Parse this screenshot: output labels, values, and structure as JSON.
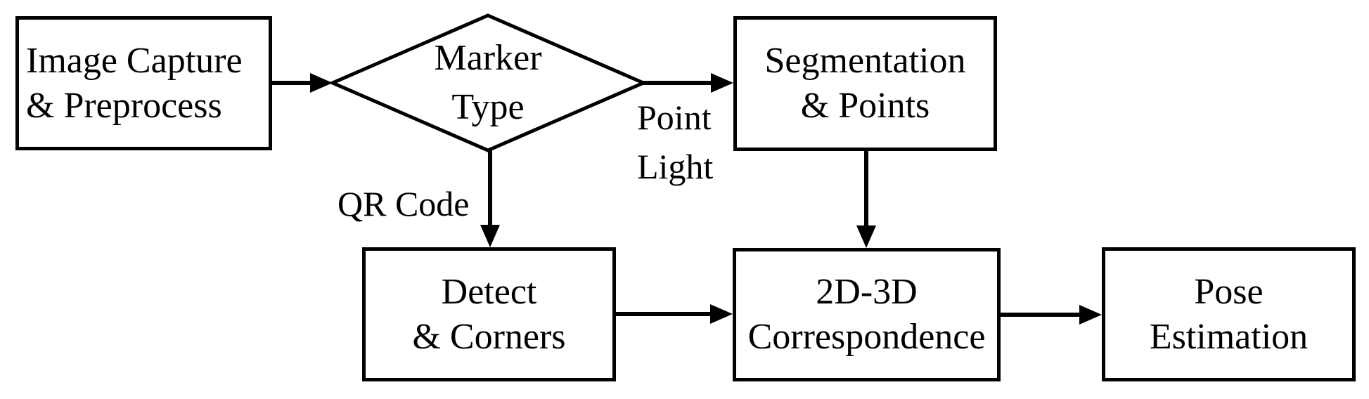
{
  "diagram": {
    "colors": {
      "line": "#000000",
      "text": "#000000",
      "background": "#ffffff",
      "node_fill": "#ffffff"
    },
    "nodes": [
      {
        "id": "image-capture",
        "shape": "rect",
        "line1": "Image Capture",
        "line2": "& Preprocess"
      },
      {
        "id": "marker-type",
        "shape": "diamond",
        "line1": "Marker",
        "line2": "Type"
      },
      {
        "id": "segmentation",
        "shape": "rect",
        "line1": "Segmentation",
        "line2": "& Points"
      },
      {
        "id": "detect-corners",
        "shape": "rect",
        "line1": "Detect",
        "line2": "& Corners"
      },
      {
        "id": "correspondence-2d3d",
        "shape": "rect",
        "line1": "2D-3D",
        "line2": "Correspondence"
      },
      {
        "id": "pose-estimation",
        "shape": "rect",
        "line1": "Pose",
        "line2": "Estimation"
      }
    ],
    "edges": [
      {
        "from": "image-capture",
        "to": "marker-type",
        "label_lines": []
      },
      {
        "from": "marker-type",
        "to": "segmentation",
        "label_lines": [
          "Point",
          "Light"
        ]
      },
      {
        "from": "marker-type",
        "to": "detect-corners",
        "label_lines": [
          "QR Code"
        ]
      },
      {
        "from": "segmentation",
        "to": "correspondence-2d3d",
        "label_lines": []
      },
      {
        "from": "detect-corners",
        "to": "correspondence-2d3d",
        "label_lines": []
      },
      {
        "from": "correspondence-2d3d",
        "to": "pose-estimation",
        "label_lines": []
      }
    ]
  }
}
